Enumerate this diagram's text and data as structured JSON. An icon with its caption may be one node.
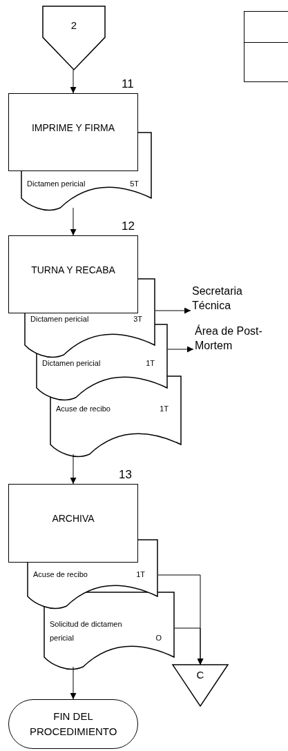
{
  "diagram": {
    "nodes": [
      {
        "text": [
          "2"
        ]
      },
      {
        "text": [],
        "shape": "box"
      },
      {
        "text": [
          "IMPRIME Y FIRMA"
        ],
        "beside": [
          "11"
        ]
      },
      {
        "text": [
          "Dictamen pericial",
          "5T"
        ]
      },
      {
        "text": [
          "TURNA Y RECABA"
        ],
        "beside": [
          "12"
        ]
      },
      {
        "text": [
          "Dictamen pericial",
          "3T"
        ]
      },
      {
        "text": [
          "Dictamen pericial",
          "1T"
        ]
      },
      {
        "text": [
          "Acuse de recibo",
          "1T"
        ]
      },
      {
        "text": [
          "Secretaria Técnica"
        ]
      },
      {
        "text": [
          "Área de Post-Mortem"
        ]
      },
      {
        "text": [
          "ARCHIVA"
        ],
        "beside": [
          "13"
        ]
      },
      {
        "text": [
          "Acuse de recibo",
          "1T"
        ]
      },
      {
        "text": [
          "Solicitud de dictamen pericial",
          "O"
        ]
      },
      {
        "text": [
          "C"
        ]
      },
      {
        "text": [
          "FIN DEL PROCEDIMIENTO"
        ]
      }
    ],
    "edges": [
      {
        "from": 0,
        "to": 2,
        "arrow": "to"
      },
      {
        "from": 3,
        "to": 4,
        "arrow": "to"
      },
      {
        "from": 5,
        "to": 8,
        "arrow": "to"
      },
      {
        "from": 6,
        "to": 9,
        "arrow": "to"
      },
      {
        "from": 7,
        "to": 10,
        "arrow": "to"
      },
      {
        "from": 11,
        "to": 13,
        "arrow": "to"
      },
      {
        "from": 12,
        "to": 13,
        "arrow": "to"
      },
      {
        "from": 12,
        "to": 14,
        "arrow": "to"
      }
    ]
  }
}
